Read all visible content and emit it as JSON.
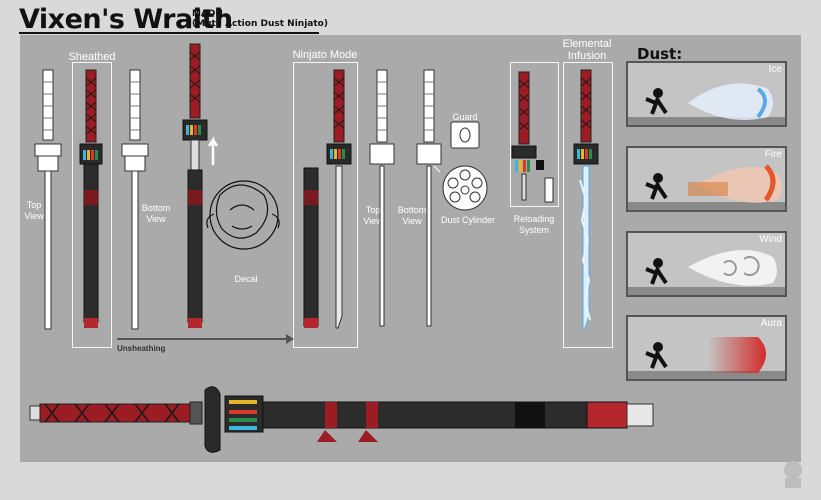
{
  "header": {
    "title": "Vixen's Wraith",
    "abbreviation": "MADN",
    "full_name": "(Mutil Action Dust Ninjato)"
  },
  "labels": {
    "sheathed": "Sheathed",
    "ninjato_mode": "Ninjato Mode",
    "elemental_infusion": "Elemental Infusion",
    "top_view_1": "Top View",
    "bottom_view_1": "Bottom View",
    "decal": "Decal",
    "top_view_2": "Top View",
    "bottom_view_2": "Bottom View",
    "guard": "Guard",
    "dust_cylinder": "Dust Cylinder",
    "reloading_system": "Reloading System",
    "unsheathing": "Unsheathing"
  },
  "dust": {
    "title": "Dust:",
    "types": [
      {
        "label": "Ice",
        "color": "#5aa9e6"
      },
      {
        "label": "Fire",
        "color": "#e2572b"
      },
      {
        "label": "Wind",
        "color": "#f2f2f2"
      },
      {
        "label": "Aura",
        "color": "#d32b2b"
      }
    ]
  },
  "colors": {
    "accent_red": "#9b1c22",
    "handle_dark": "#2a2a2a",
    "panel_bg": "#aaaaaa",
    "dust_colors": [
      "#3cb5e0",
      "#e6b62a",
      "#d93b2b",
      "#2a8c4a"
    ]
  }
}
